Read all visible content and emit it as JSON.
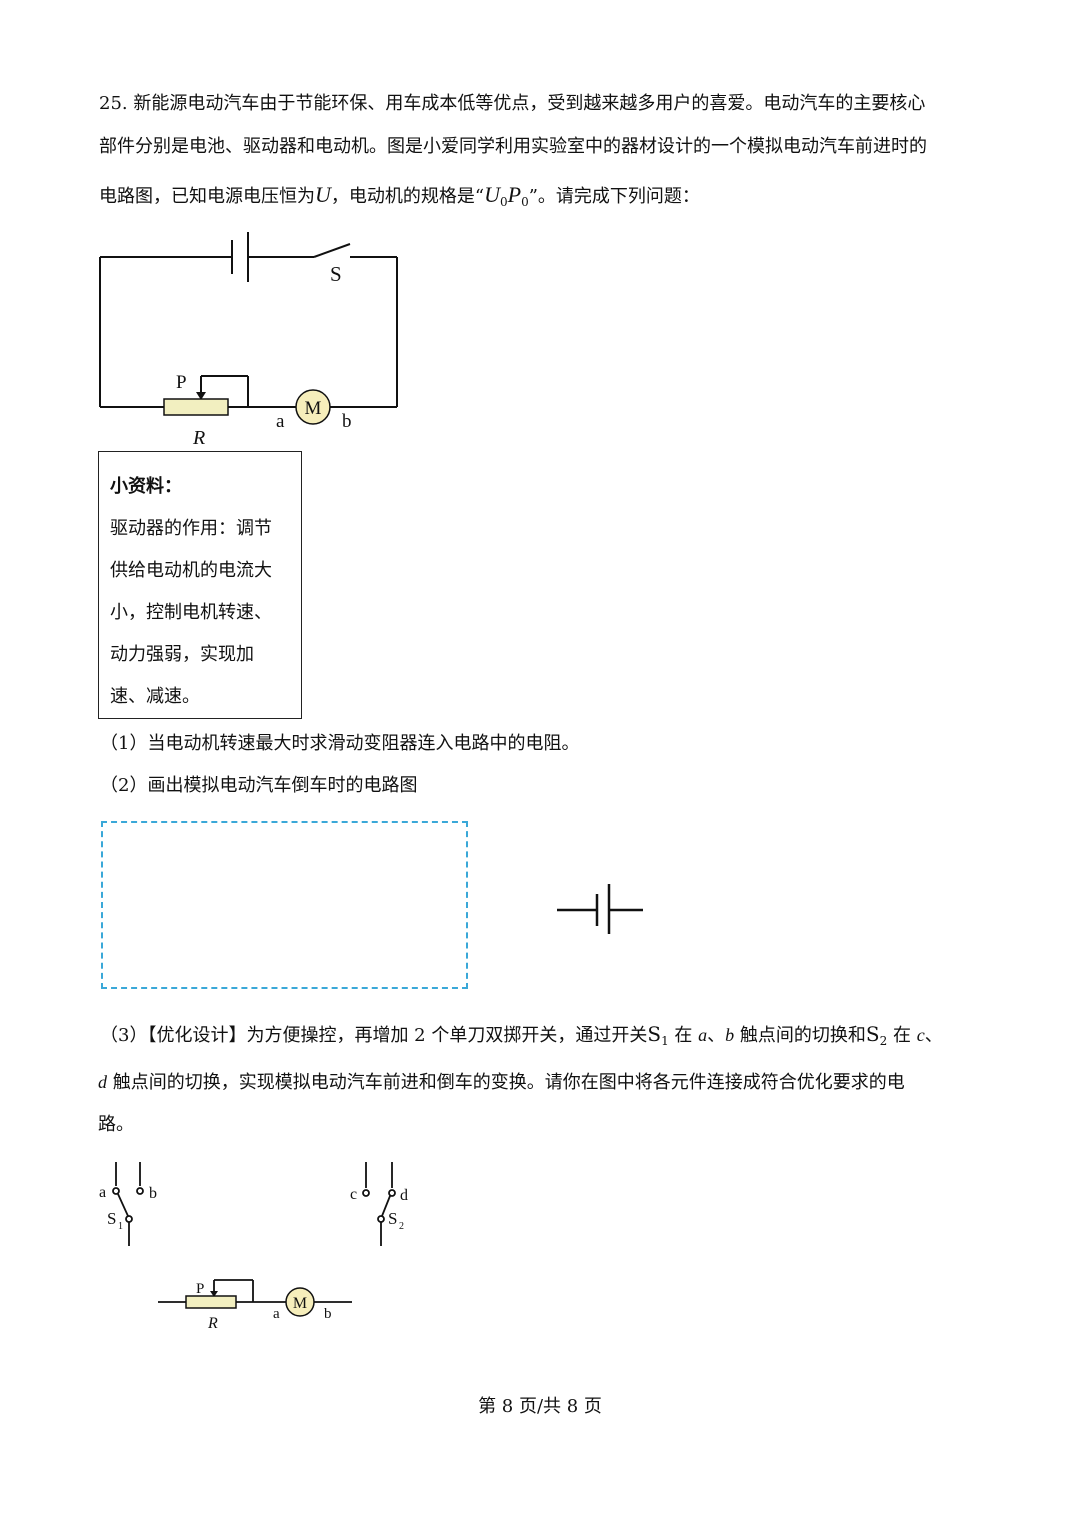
{
  "question": {
    "line1": "25. 新能源电动汽车由于节能环保、用车成本低等优点，受到越来越多用户的喜爱。电动汽车的主要核心",
    "line2": "部件分别是电池、驱动器和电动机。图是小爱同学利用实验室中的器材设计的一个模拟电动汽车前进时的",
    "line3_a": "电路图，已知电源电压恒为",
    "line3_U": "U",
    "line3_b": "，电动机的规格是“",
    "line3_U0": "U",
    "line3_sub0a": "0",
    "line3_P0": "P",
    "line3_sub0b": "0",
    "line3_c": "”。请完成下列问题："
  },
  "circuit1": {
    "switch_label": "S",
    "slider_label": "P",
    "resistor_label": "R",
    "motor_label": "M",
    "terminal_a": "a",
    "terminal_b": "b",
    "resistor_color": "#f2efc0",
    "motor_color": "#f6eebb"
  },
  "info_box": {
    "title": "小资料：",
    "lines": [
      "驱动器的作用：调节",
      "供给电动机的电流大",
      "小，控制电机转速、",
      "动力强弱，实现加",
      "速、减速。"
    ]
  },
  "sub_questions": {
    "q1": "（1）当电动机转速最大时求滑动变阻器连入电路中的电阻。",
    "q2": "（2）画出模拟电动汽车倒车时的电路图",
    "q3_line1_a": "（3）【优化设计】为方便操控，再增加 2 个单刀双掷开关，通过开关",
    "q3_S1": "S",
    "q3_S1_sub": "1",
    "q3_line1_b": " 在 ",
    "q3_a": "a",
    "q3_line1_c": "、",
    "q3_b": "b",
    "q3_line1_d": " 触点间的切换和",
    "q3_S2": "S",
    "q3_S2_sub": "2",
    "q3_line1_e": " 在 ",
    "q3_c": "c",
    "q3_line1_f": "、",
    "q3_line2_d": "d",
    "q3_line2": " 触点间的切换，实现模拟电动汽车前进和倒车的变换。请你在图中将各元件连接成符合优化要求的电",
    "q3_line3": "路。"
  },
  "circuit3": {
    "s1_contact_a": "a",
    "s1_contact_b": "b",
    "s1_label": "S",
    "s1_sub": "1",
    "s2_contact_c": "c",
    "s2_contact_d": "d",
    "s2_label": "S",
    "s2_sub": "2",
    "slider_label": "P",
    "resistor_label": "R",
    "motor_label": "M",
    "terminal_a": "a",
    "terminal_b": "b"
  },
  "dash_color": "#3aa8d8",
  "footer": "第 8 页/共 8 页"
}
